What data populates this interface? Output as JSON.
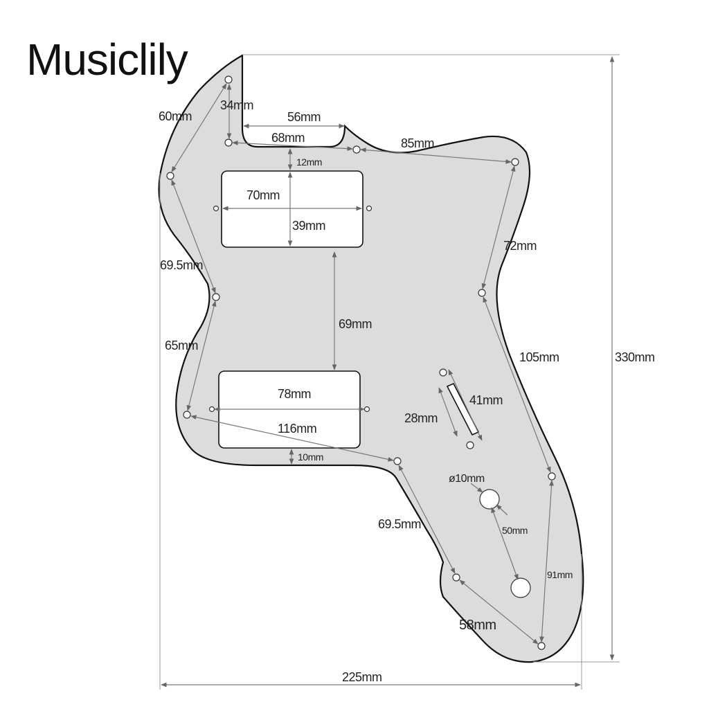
{
  "brand": "Musiclily",
  "dimensions": {
    "d_34": "34mm",
    "d_56": "56mm",
    "d_60": "60mm",
    "d_68": "68mm",
    "d_85": "85mm",
    "d_12": "12mm",
    "d_70": "70mm",
    "d_39": "39mm",
    "d_72": "72mm",
    "d_69_5_left": "69.5mm",
    "d_69": "69mm",
    "d_65": "65mm",
    "d_105": "105mm",
    "d_330": "330mm",
    "d_41": "41mm",
    "d_78": "78mm",
    "d_28": "28mm",
    "d_116": "116mm",
    "d_10": "10mm",
    "d_phi10": "ø10mm",
    "d_69_5_lower": "69.5mm",
    "d_50": "50mm",
    "d_91": "91mm",
    "d_58": "58mm",
    "d_225": "225mm"
  }
}
